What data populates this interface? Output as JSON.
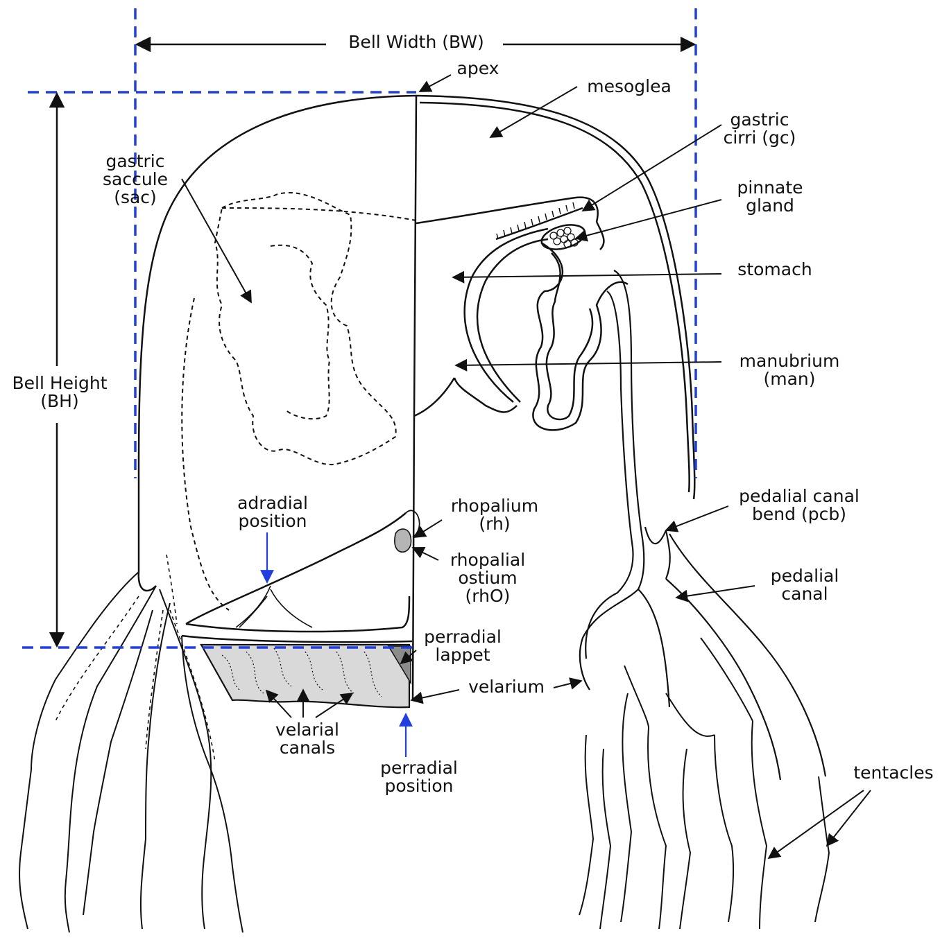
{
  "labels": {
    "bell_width": "Bell Width (BW)",
    "apex": "apex",
    "mesoglea": "mesoglea",
    "gastric_cirri": [
      "gastric",
      "cirri (gc)"
    ],
    "pinnate_gland": [
      "pinnate",
      "gland"
    ],
    "stomach": "stomach",
    "manubrium": [
      "manubrium",
      "(man)"
    ],
    "gastric_saccule": [
      "gastric",
      "saccule",
      "(sac)"
    ],
    "bell_height": [
      "Bell Height",
      "(BH)"
    ],
    "adradial_position": [
      "adradial",
      "position"
    ],
    "rhopalium": [
      "rhopalium",
      "(rh)"
    ],
    "rhopalial_ostium": [
      "rhopalial",
      "ostium",
      "(rhO)"
    ],
    "pedalial_canal_bend": [
      "pedalial canal",
      "bend (pcb)"
    ],
    "pedalial_canal": [
      "pedalial",
      "canal"
    ],
    "perradial_lappet": [
      "perradial",
      "lappet"
    ],
    "velarium": "velarium",
    "velarial_canals": [
      "velarial",
      "canals"
    ],
    "perradial_position": [
      "perradial",
      "position"
    ],
    "tentacles": "tentacles"
  },
  "colors": {
    "guide": "#1f3fe0",
    "ink": "#111111",
    "velarium_fill": "#d9d9d9",
    "lappet_fill": "#8c8c8c"
  }
}
